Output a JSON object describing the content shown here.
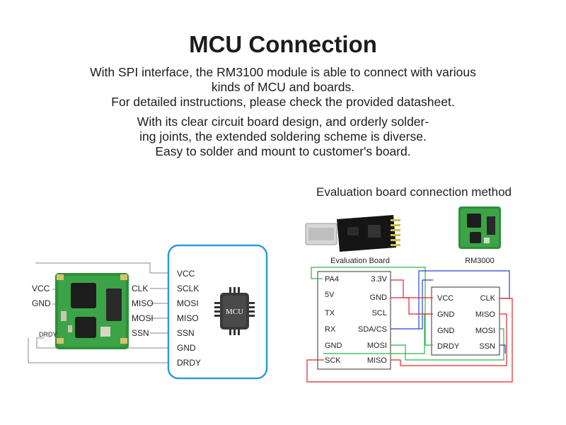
{
  "header": {
    "title": "MCU Connection",
    "para1": [
      "With SPI interface, the RM3100 module is able to connect with various",
      "kinds of MCU and boards.",
      "For detailed instructions, please check the provided datasheet."
    ],
    "para2": [
      "With its clear circuit board design, and orderly solder-",
      "ing joints, the extended soldering scheme is diverse.",
      "Easy to solder and mount to customer's board."
    ]
  },
  "left_diagram": {
    "module_left_pins": [
      "VCC",
      "GND"
    ],
    "module_drdy": "DRDY",
    "module_right_pins": [
      "CLK",
      "MISO",
      "MOSI",
      "SSN"
    ],
    "mcu_pins": [
      "VCC",
      "SCLK",
      "MOSI",
      "MISO",
      "SSN",
      "GND",
      "DRDY"
    ],
    "mcu_label": "MCU",
    "accent_color": "#2f9bdc"
  },
  "right_diagram": {
    "title": "Evaluation board connection method",
    "eval_label": "Evaluation Board",
    "rm_label": "RM3000",
    "eval_left_pins": [
      "PA4",
      "5V",
      "TX",
      "RX",
      "GND",
      "SCK"
    ],
    "eval_right_pins": [
      "3.3V",
      "GND",
      "SCL",
      "SDA/CS",
      "MOSI",
      "MISO"
    ],
    "rm_left_pins": [
      "VCC",
      "GND",
      "GND",
      "DRDY"
    ],
    "rm_right_pins": [
      "CLK",
      "MISO",
      "MOSI",
      "SSN"
    ],
    "wire_colors": {
      "green": "#2db34a",
      "blue": "#2b3fd8",
      "red": "#e0262b"
    }
  }
}
